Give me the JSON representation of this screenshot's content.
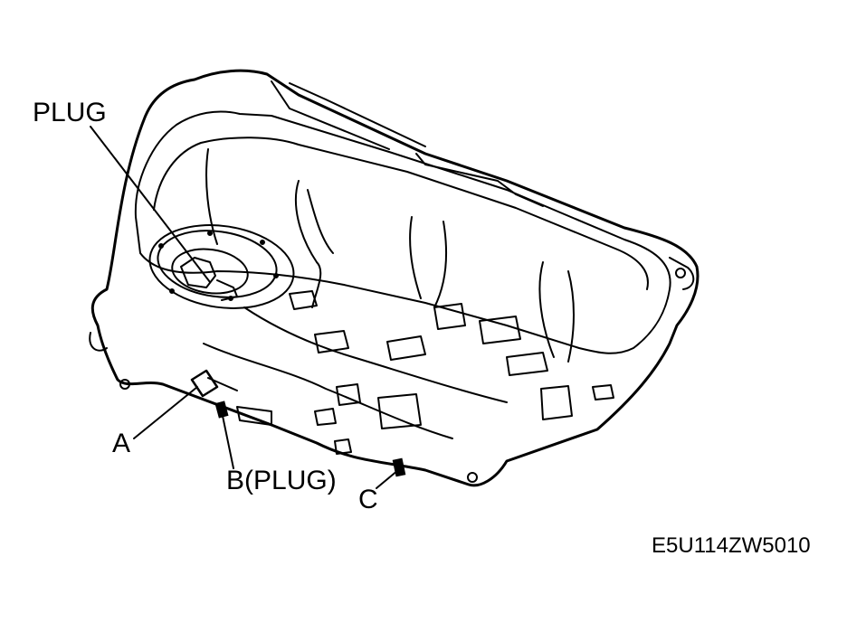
{
  "labels": {
    "plug": "PLUG",
    "a": "A",
    "b": "B(PLUG)",
    "c": "C",
    "figure_code": "E5U114ZW5010"
  },
  "colors": {
    "line": "#000000",
    "background": "#ffffff"
  }
}
